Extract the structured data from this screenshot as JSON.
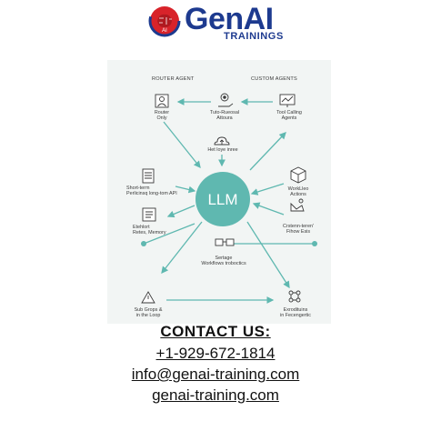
{
  "brand": {
    "name": "GenAI",
    "subtitle": "TRAININGS",
    "badge_text": "AI",
    "colors": {
      "navy": "#1d3a8f",
      "red": "#d8232a"
    }
  },
  "diagram": {
    "accent_color": "#5fb8b0",
    "headers": {
      "left": "ROUTER AGENT",
      "right": "CUSTOM AGENTS"
    },
    "center_label": "LLM",
    "nodes": {
      "router_only": {
        "icon": "person-frame-icon",
        "lines": [
          "Router",
          "Only"
        ]
      },
      "tuto_attoura": {
        "icon": "gear-hand-icon",
        "lines": [
          "Tuto-Rueosal",
          "Attoura"
        ]
      },
      "tool_calling": {
        "icon": "monitor-chart-icon",
        "lines": [
          "Tool Calling",
          "Agents"
        ]
      },
      "het_loye": {
        "icon": "cloud-upload-icon",
        "lines": [
          "Het loye inree"
        ]
      },
      "short_term": {
        "icon": "document-list-icon",
        "lines": [
          "Short-term",
          "Perlicinsq long-tom API"
        ]
      },
      "worklea": {
        "icon": "cube-icon",
        "lines": [
          "WorkLleo",
          "Actions"
        ]
      },
      "etehlort": {
        "icon": "clipboard-icon",
        "lines": [
          "Etehlort",
          "Retes, Memory"
        ]
      },
      "crstenn": {
        "icon": "gesture-icon",
        "lines": [
          "Crstenn-teren'",
          "Fihow Esis"
        ]
      },
      "sertage": {
        "icon": "workflow-icon",
        "lines": [
          "Sertage",
          "Workflows troboctics"
        ]
      },
      "sub_grops": {
        "icon": "warning-icon",
        "lines": [
          "Sub Grops &",
          "in the Loop"
        ]
      },
      "exrodituins": {
        "icon": "network-icon",
        "lines": [
          "Exrodituins",
          "in Fecengertic"
        ]
      }
    }
  },
  "contact": {
    "title": "CONTACT US:",
    "phone": "+1-929-672-1814",
    "email": "info@genai-training.com",
    "website": "genai-training.com"
  }
}
